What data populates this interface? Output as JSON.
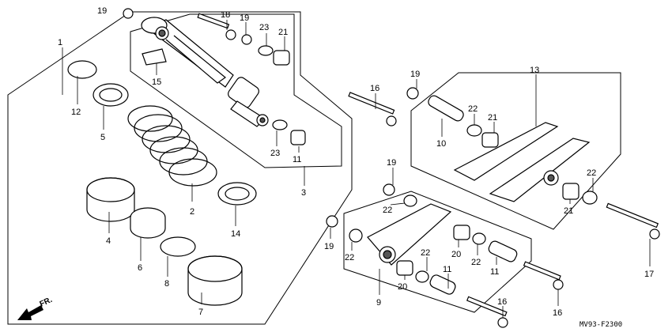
{
  "diagram": {
    "code": "MV93-F2300",
    "direction": "FR.",
    "callouts": [
      {
        "id": "c1",
        "text": "1"
      },
      {
        "id": "c2",
        "text": "2"
      },
      {
        "id": "c3",
        "text": "3"
      },
      {
        "id": "c4",
        "text": "4"
      },
      {
        "id": "c5",
        "text": "5"
      },
      {
        "id": "c6",
        "text": "6"
      },
      {
        "id": "c7",
        "text": "7"
      },
      {
        "id": "c8",
        "text": "8"
      },
      {
        "id": "c9",
        "text": "9"
      },
      {
        "id": "c10",
        "text": "10"
      },
      {
        "id": "c11a",
        "text": "11"
      },
      {
        "id": "c11b",
        "text": "11"
      },
      {
        "id": "c11c",
        "text": "11"
      },
      {
        "id": "c12",
        "text": "12"
      },
      {
        "id": "c13",
        "text": "13"
      },
      {
        "id": "c14",
        "text": "14"
      },
      {
        "id": "c15",
        "text": "15"
      },
      {
        "id": "c16a",
        "text": "16"
      },
      {
        "id": "c16b",
        "text": "16"
      },
      {
        "id": "c16c",
        "text": "16"
      },
      {
        "id": "c17",
        "text": "17"
      },
      {
        "id": "c18",
        "text": "18"
      },
      {
        "id": "c19a",
        "text": "19"
      },
      {
        "id": "c19b",
        "text": "19"
      },
      {
        "id": "c19c",
        "text": "19"
      },
      {
        "id": "c19d",
        "text": "19"
      },
      {
        "id": "c19e",
        "text": "19"
      },
      {
        "id": "c20a",
        "text": "20"
      },
      {
        "id": "c20b",
        "text": "20"
      },
      {
        "id": "c21a",
        "text": "21"
      },
      {
        "id": "c21b",
        "text": "21"
      },
      {
        "id": "c21c",
        "text": "21"
      },
      {
        "id": "c22a",
        "text": "22"
      },
      {
        "id": "c22b",
        "text": "22"
      },
      {
        "id": "c22c",
        "text": "22"
      },
      {
        "id": "c22d",
        "text": "22"
      },
      {
        "id": "c22e",
        "text": "22"
      },
      {
        "id": "c22f",
        "text": "22"
      },
      {
        "id": "c23a",
        "text": "23"
      },
      {
        "id": "c23b",
        "text": "23"
      }
    ]
  }
}
